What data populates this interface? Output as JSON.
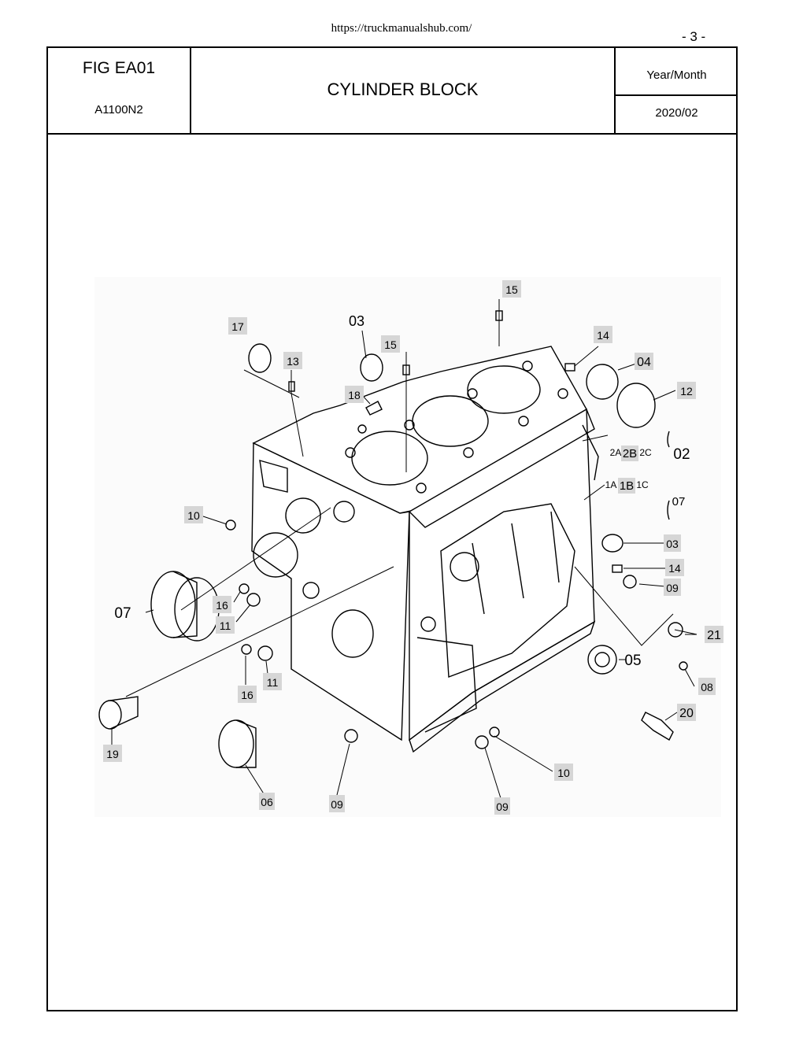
{
  "header_url": "https://truckmanualshub.com/",
  "page_number": "- 3 -",
  "title_block": {
    "figure_code": "FIG EA01",
    "model": "A1100N2",
    "title": "CYLINDER BLOCK",
    "year_month_label": "Year/Month",
    "year_month_value": "2020/02"
  },
  "diagram": {
    "callouts": [
      "15",
      "17",
      "03",
      "15",
      "14",
      "04",
      "13",
      "18",
      "12",
      "2A",
      "2B",
      "2C",
      "02",
      "1A",
      "1B",
      "1C",
      "07",
      "10",
      "03",
      "14",
      "09",
      "16",
      "11",
      "07",
      "21",
      "11",
      "16",
      "05",
      "08",
      "19",
      "20",
      "10",
      "06",
      "09",
      "09"
    ]
  }
}
